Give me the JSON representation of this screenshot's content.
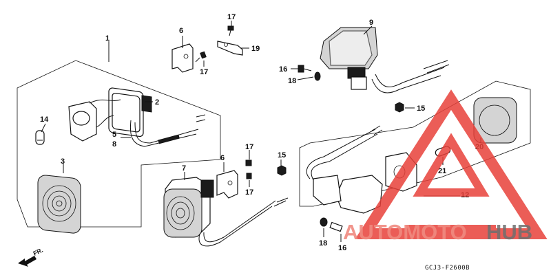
{
  "callouts": {
    "c1": "1",
    "c2": "2",
    "c3": "3",
    "c5": "5",
    "c8": "8",
    "c14": "14",
    "c6a": "6",
    "c17a": "17",
    "c17b": "17",
    "c19": "19",
    "c9": "9",
    "c16a": "16",
    "c18a": "18",
    "c15a": "15",
    "c7": "7",
    "c6b": "6",
    "c17c": "17",
    "c17d": "17",
    "c15b": "15",
    "c20": "20",
    "c21": "21",
    "c12": "12",
    "c18b": "18",
    "c16b": "16"
  },
  "direction_label": "FR.",
  "diagram_code": "GCJ3-F2600B",
  "watermark": {
    "part1": "AUTOMOTO",
    "part2": "HUB",
    "color_red": "#e8413a",
    "color_grey": "#6f6f6f"
  },
  "icons": [
    "front-arrow-icon",
    "watermark-triangle-logo"
  ]
}
